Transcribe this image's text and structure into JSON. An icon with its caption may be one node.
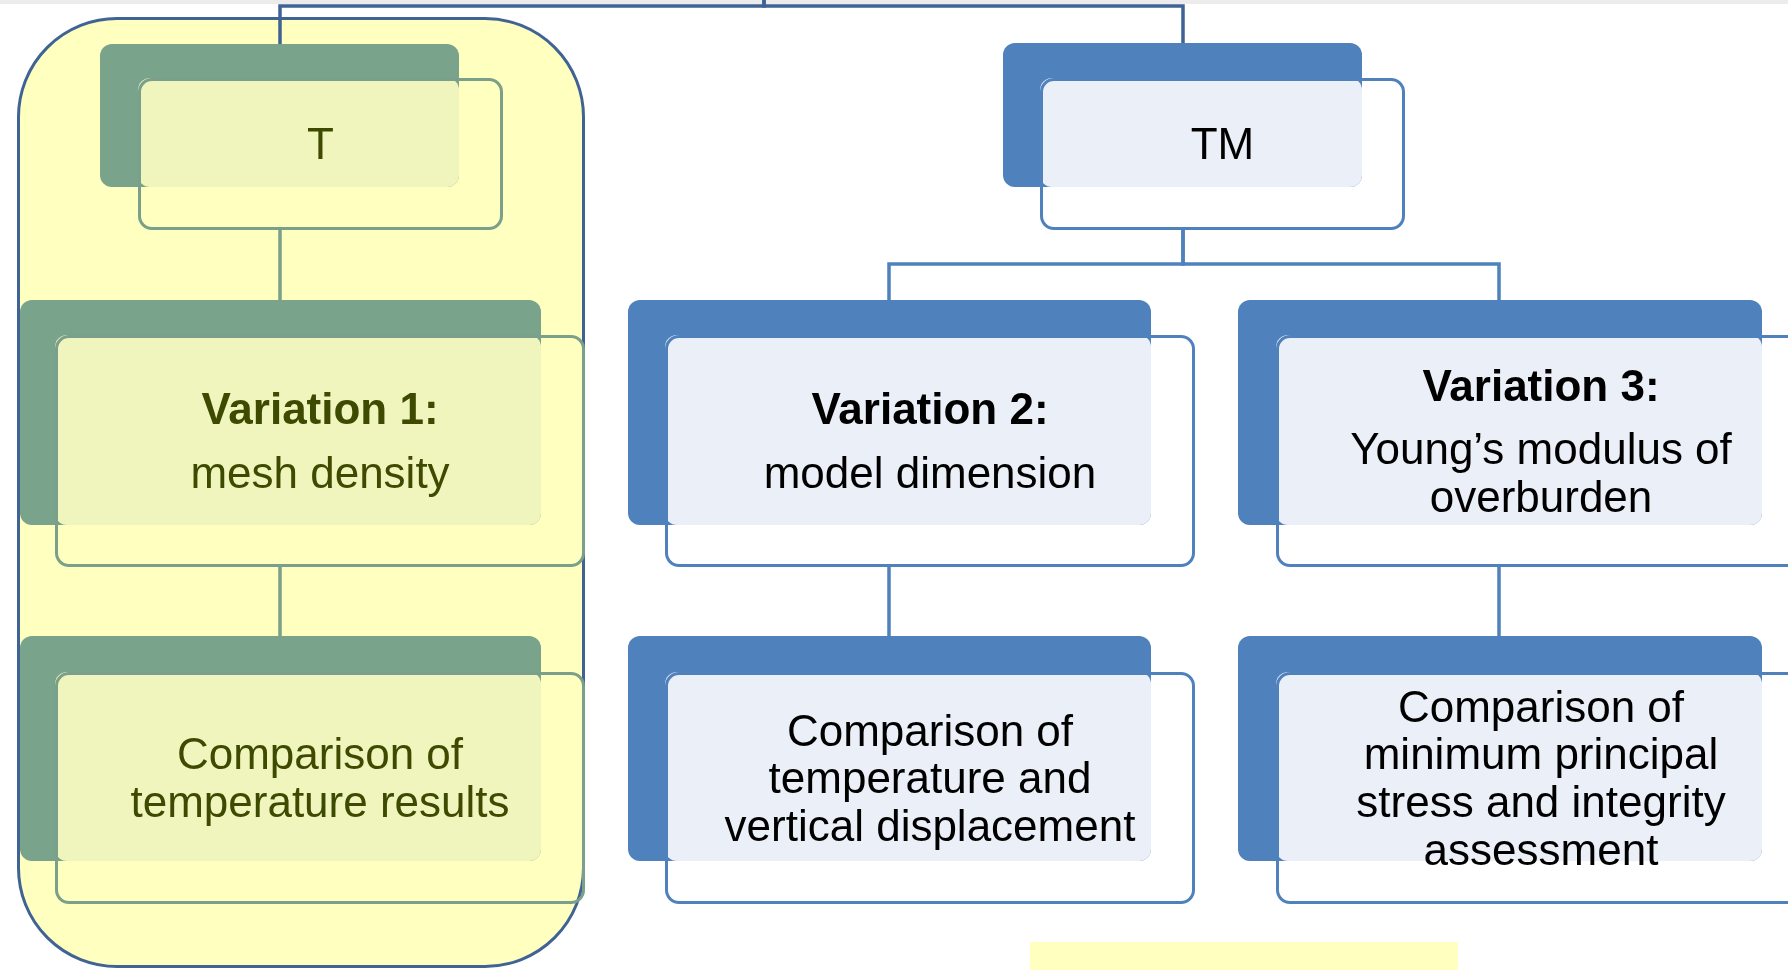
{
  "diagram": {
    "nodes": [
      {
        "text": [],
        "shape": "box"
      },
      {
        "text": [
          "T"
        ],
        "in": 0
      },
      {
        "text": [
          "Variation 1:",
          "mesh density"
        ],
        "in": 0
      },
      {
        "text": [
          "Comparison of temperature results"
        ],
        "in": 0
      },
      {
        "text": [
          "TM"
        ]
      },
      {
        "text": [
          "Variation 2:",
          "model dimension"
        ]
      },
      {
        "text": [
          "Variation 3:",
          "Young’s modulus of overburden"
        ]
      },
      {
        "text": [
          "Comparison of temperature and vertical displacement"
        ]
      },
      {
        "text": [
          "Comparison of minimum principal stress and integrity assessment"
        ]
      }
    ],
    "edges": [
      {
        "from": null,
        "to": 1,
        "arrow": "none",
        "color": "#3f6394"
      },
      {
        "from": null,
        "to": 4,
        "arrow": "none",
        "color": "#3f6394"
      },
      {
        "from": 1,
        "to": 2,
        "arrow": "none",
        "color": "#7a9f8a"
      },
      {
        "from": 2,
        "to": 3,
        "arrow": "none",
        "color": "#7a9f8a"
      },
      {
        "from": 4,
        "to": 5,
        "arrow": "none"
      },
      {
        "from": 4,
        "to": 6,
        "arrow": "none"
      },
      {
        "from": 5,
        "to": 7,
        "arrow": "none"
      },
      {
        "from": 6,
        "to": 8,
        "arrow": "none"
      }
    ]
  }
}
